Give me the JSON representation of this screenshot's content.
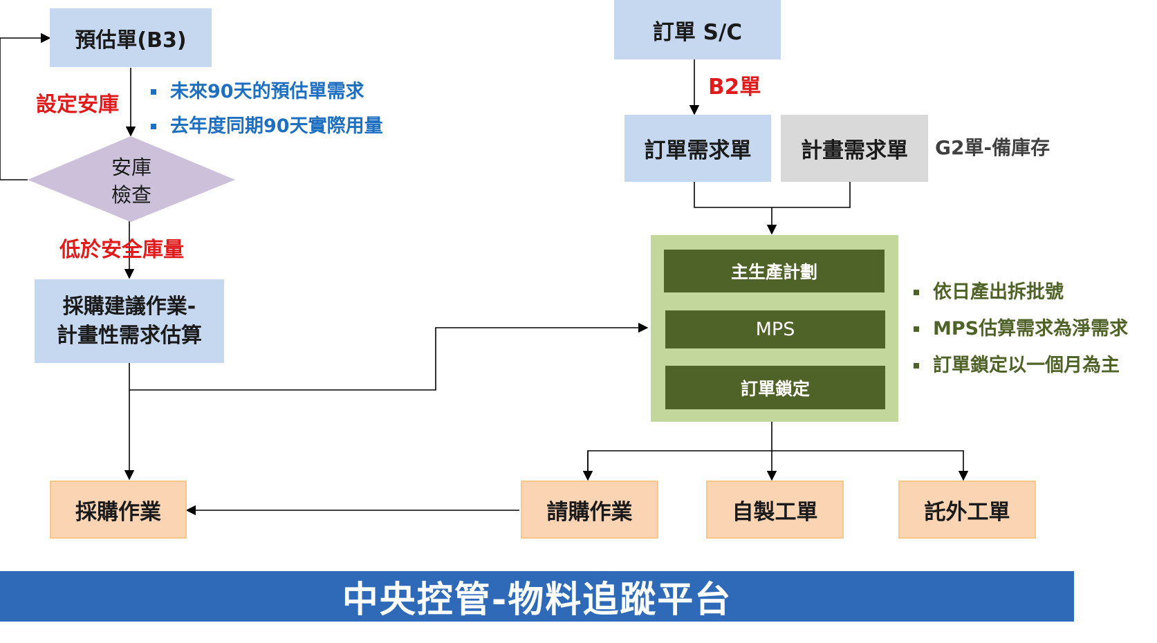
{
  "nodes": {
    "forecast": "預估單(B3)",
    "safety_check": [
      "安庫",
      "檢查"
    ],
    "purchase_suggest": [
      "採購建議作業-",
      "計畫性需求估算"
    ],
    "purchase": "採購作業",
    "sales_order": "訂單 S/C",
    "order_demand": "訂單需求單",
    "plan_demand": "計畫需求單",
    "mps_items": [
      "主生產計劃",
      "MPS",
      "訂單鎖定"
    ],
    "requisition": "請購作業",
    "self_made": "自製工單",
    "outsource": "託外工單"
  },
  "labels": {
    "set_safety": "設定安庫",
    "below_safety": "低於安全庫量",
    "b2": "B2單",
    "g2": "G2單-備庫存"
  },
  "notes": {
    "forecast_basis": [
      "未來90天的預估單需求",
      "去年度同期90天實際用量"
    ],
    "mps_rules": [
      "依日產出拆批號",
      "MPS估算需求為淨需求",
      "訂單鎖定以一個月為主"
    ]
  },
  "footer": {
    "title": "中央控管-物料追蹤平台"
  },
  "colors": {
    "blue_box": "#c5d8f0",
    "grey_box": "#d9d9d9",
    "peach_box": "#fbd4b4",
    "panel": "#c3d69b",
    "dark_green": "#4f6228",
    "red_label": "#e01b1b",
    "blue_note": "#1f6fc0",
    "green_note": "#4f6228",
    "footer_bg": "#2e6ab7"
  }
}
